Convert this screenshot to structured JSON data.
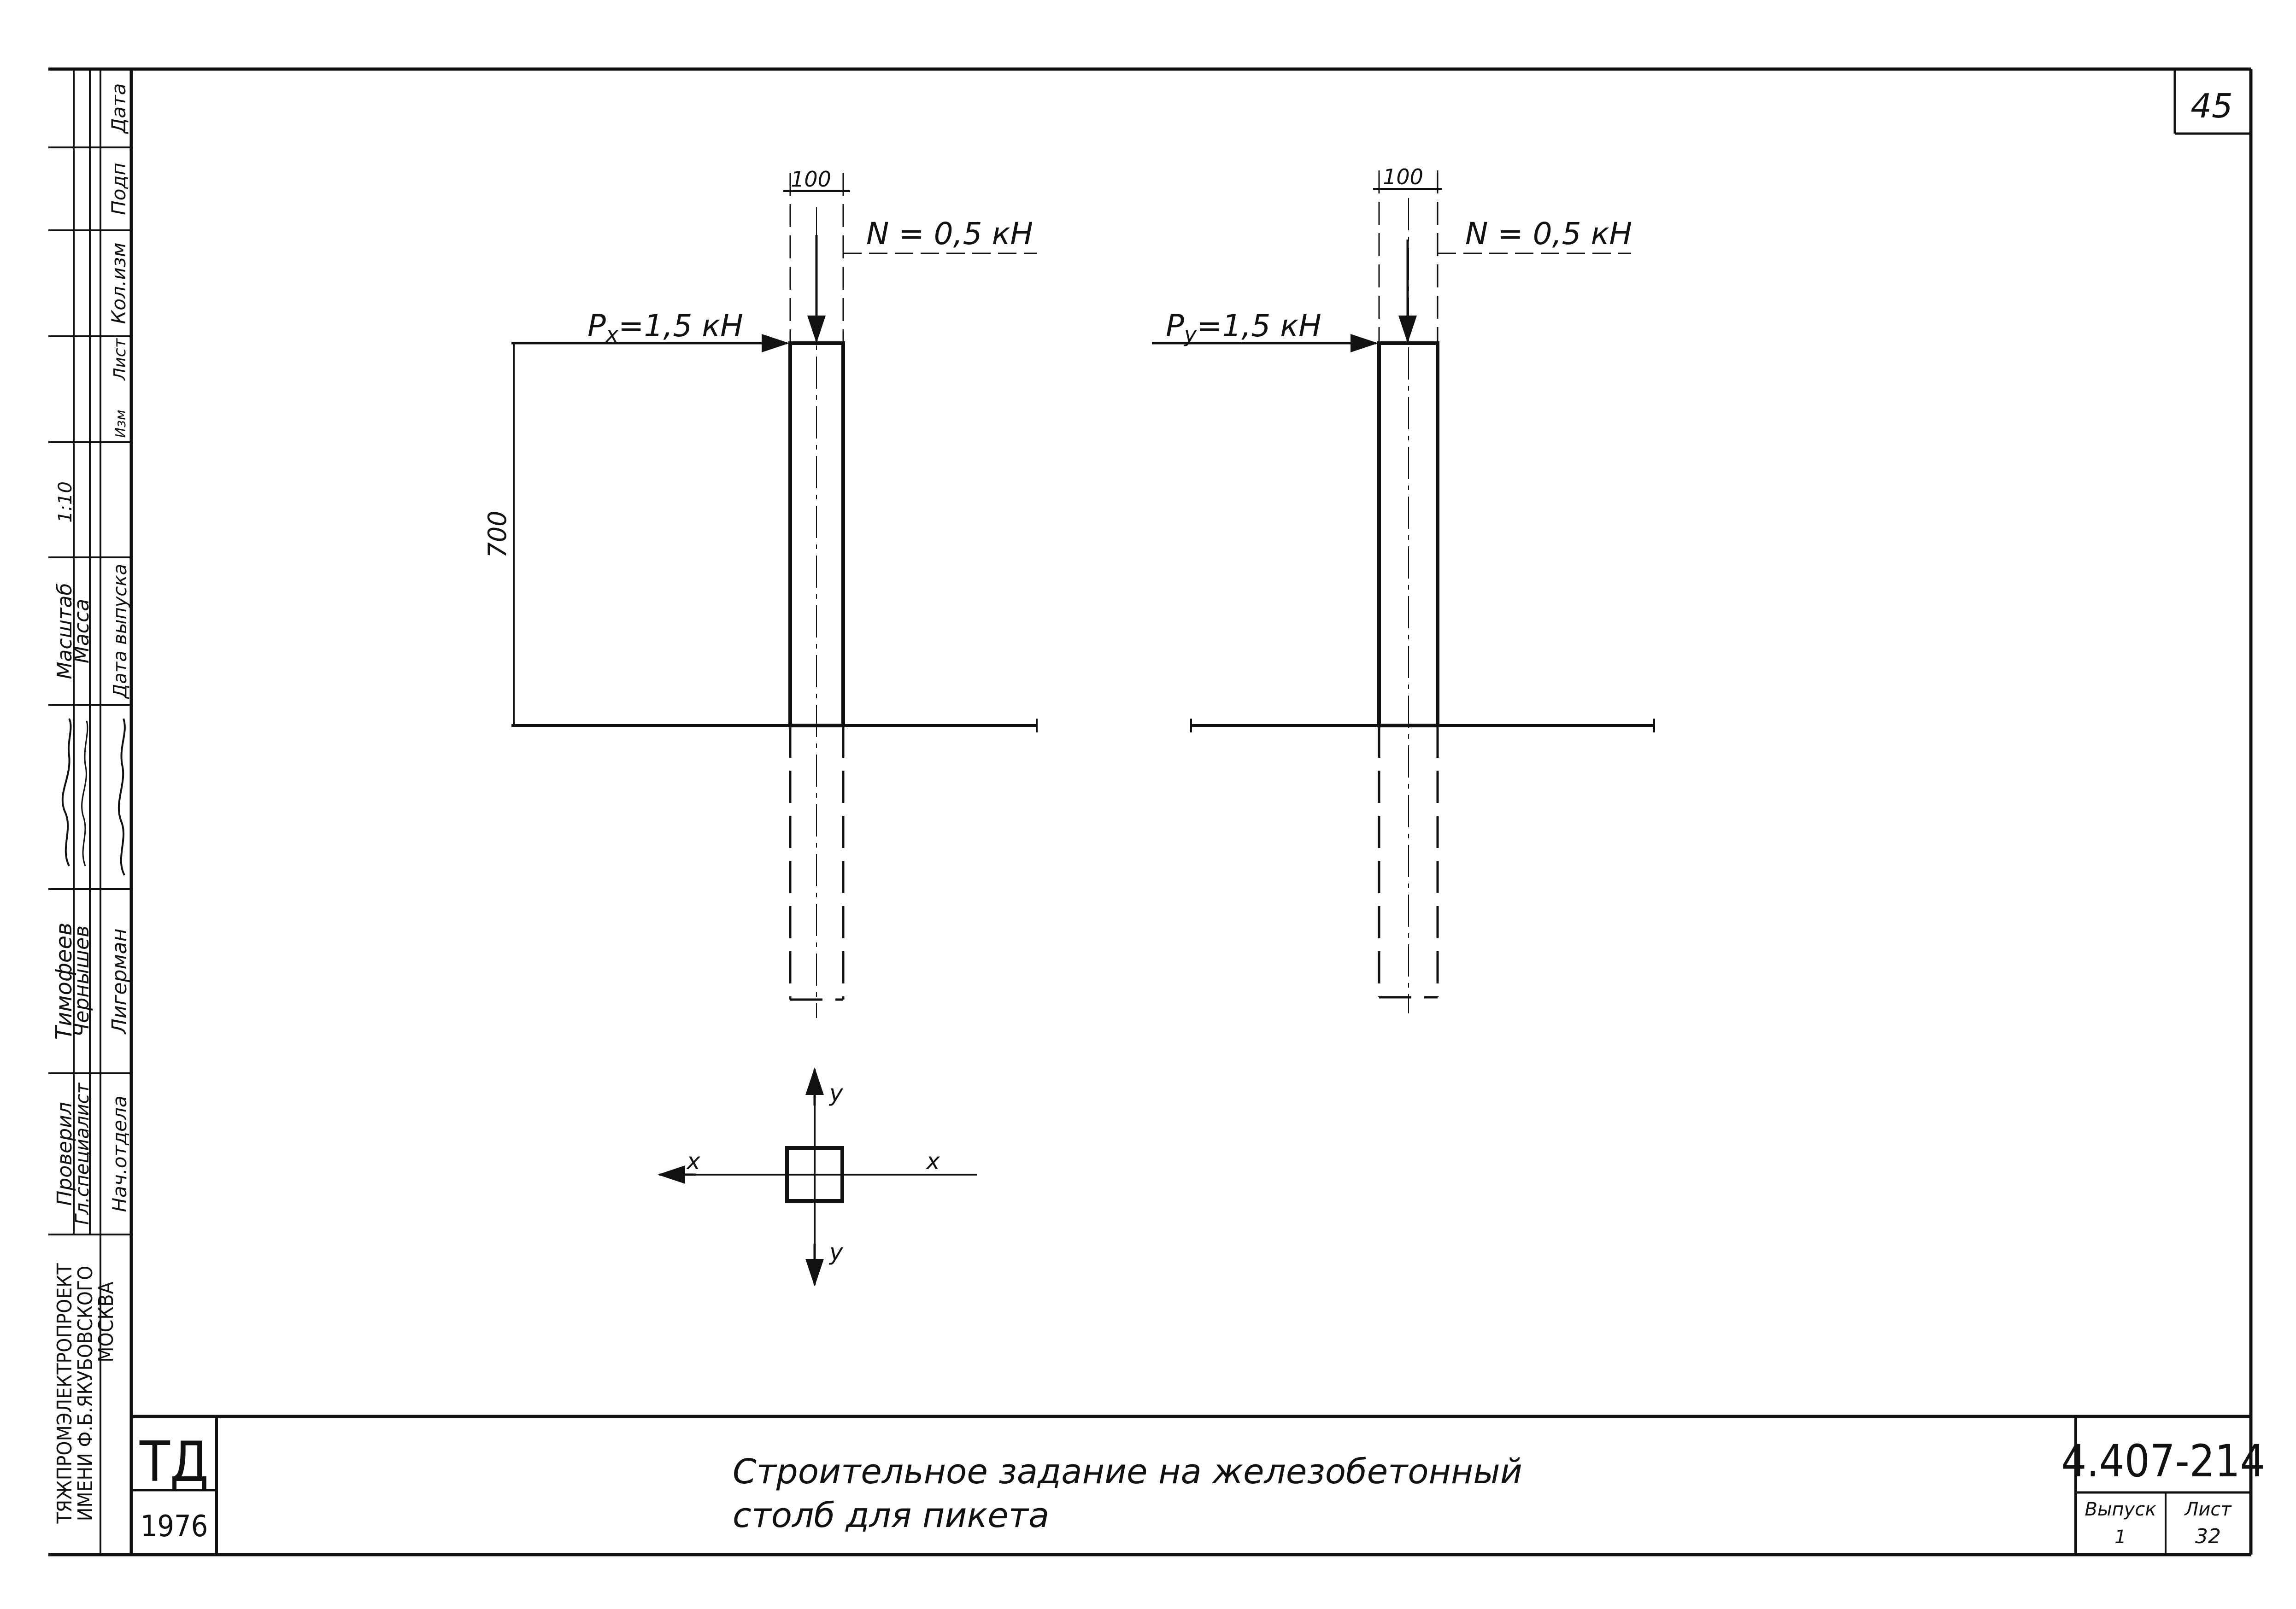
{
  "page_number": "45",
  "left_column": {
    "org_lines": [
      "ТЯЖПРОМЭЛЕКТРОПРОЕКТ",
      "ИМЕНИ Ф.Б.ЯКУБОВСКОГО",
      "МОСКВА"
    ],
    "roles": [
      "Проверил",
      "Гл.специалист",
      "Нач.отдела"
    ],
    "names": [
      "Тимофеев",
      "Чернышев",
      "Лигерман"
    ],
    "meta_labels": [
      "Масштаб",
      "Масса",
      "Дата выпуска"
    ],
    "scale_value": "1:10",
    "revision_labels": [
      "Изм",
      "Лист",
      "Кол.изм",
      "Подп",
      "Дата"
    ]
  },
  "drawing": {
    "left_post": {
      "width_dim": "100",
      "axial_load": "N = 0,5 кН",
      "lateral_load_symbol": "P",
      "lateral_load_subscript": "x",
      "lateral_load_value": "=1,5 кН",
      "height_dim": "700"
    },
    "right_post": {
      "width_dim": "100",
      "axial_load": "N = 0,5 кН",
      "lateral_load_symbol": "P",
      "lateral_load_subscript": "y",
      "lateral_load_value": "=1,5 кН"
    },
    "section": {
      "axis_x_left": "x",
      "axis_x_right": "x",
      "axis_y_top": "y",
      "axis_y_bottom": "y"
    }
  },
  "title_block": {
    "logo": "ТД",
    "year": "1976",
    "title_line1": "Строительное задание на железобетонный",
    "title_line2": "столб для пикета",
    "doc_number": "4.407-214",
    "issue_label": "Выпуск",
    "issue_value": "1",
    "sheet_label": "Лист",
    "sheet_value": "32"
  }
}
